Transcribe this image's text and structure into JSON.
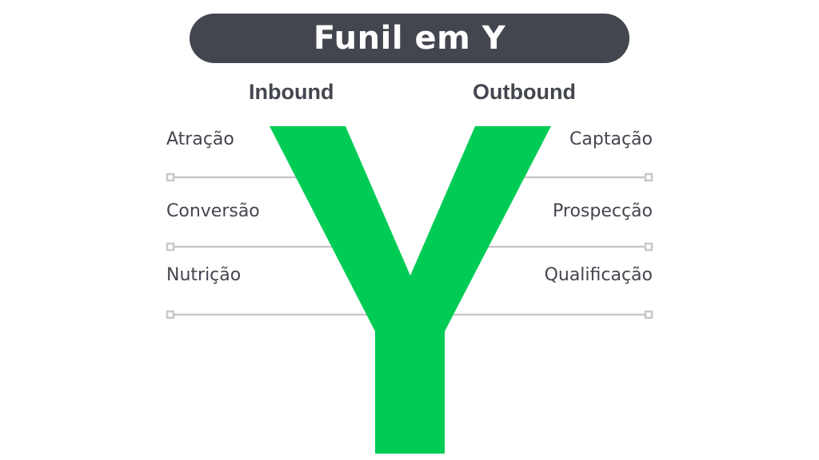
{
  "title": "Funil em Y",
  "branches": {
    "inbound": {
      "label": "Inbound",
      "stages": [
        "Atração",
        "Conversão",
        "Nutrição"
      ]
    },
    "outbound": {
      "label": "Outbound",
      "stages": [
        "Captação",
        "Prospecção",
        "Qualificação"
      ]
    }
  },
  "colors": {
    "accent": "#00cc55",
    "title_background": "#43464e",
    "text": "#43464e",
    "connector": "#c8c8c8"
  }
}
